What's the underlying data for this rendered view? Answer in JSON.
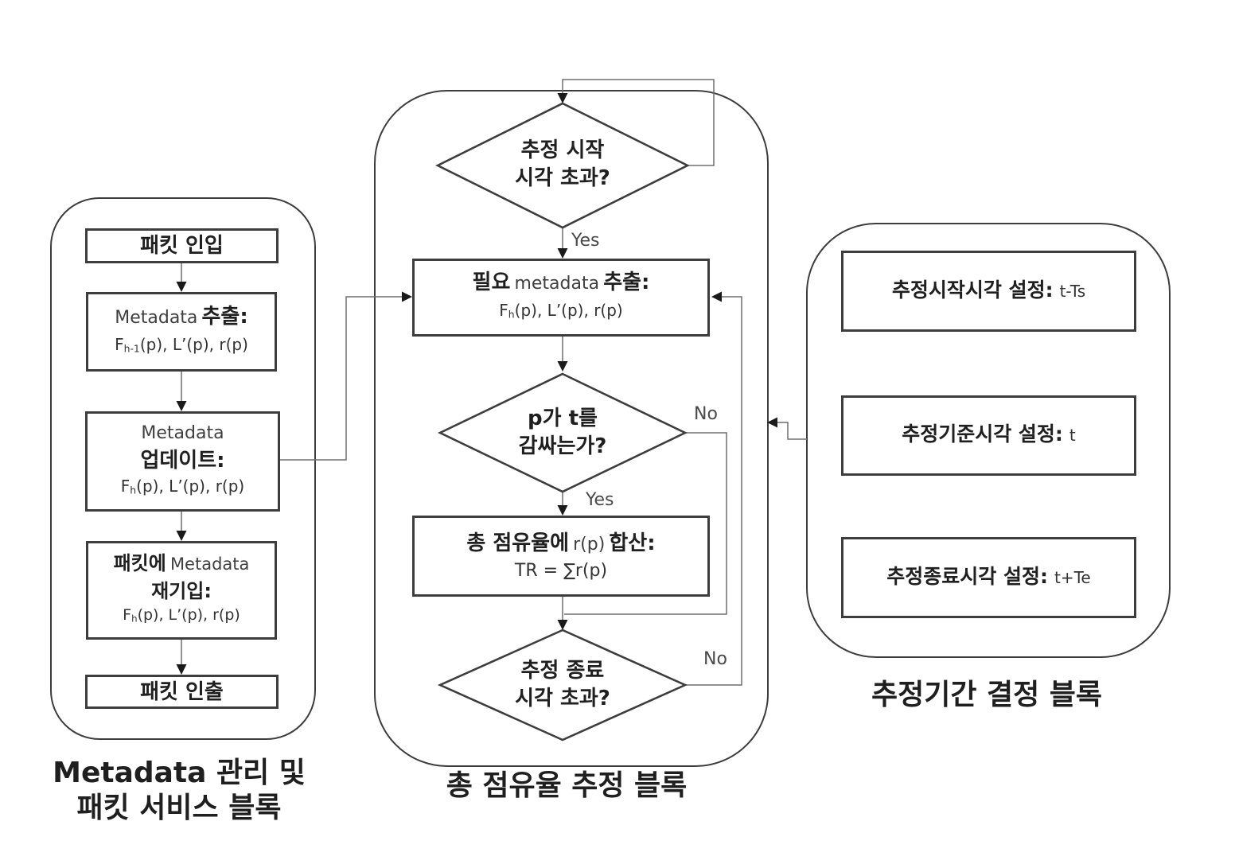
{
  "colors": {
    "shape_stroke": "#3d3d3d",
    "connector": "#6e6e6e",
    "arrowhead": "#1a1a1a",
    "text": "#1f1f1f",
    "text_secondary": "#3f3f3f"
  },
  "left_block": {
    "caption": [
      "Metadata 관리 및",
      "패킷 서비스 블록"
    ],
    "box_packet_in": "패킷 인입",
    "box_extract": {
      "latin": "Metadata",
      "kor": "추출:",
      "formula": "F_[h-1](p), L’(p), r(p)"
    },
    "box_update": {
      "latin": "Metadata",
      "kor": "업데이트:",
      "formula": "F_[h](p), L’(p), r(p)"
    },
    "box_rewrite": {
      "kor1": "패킷에",
      "latin": "Metadata",
      "kor2": "재기입:",
      "formula": "F_[h](p), L’(p), r(p)"
    },
    "box_packet_out": "패킷 인출"
  },
  "center_block": {
    "caption": "총 점유율 추정 블록",
    "diamond_start": [
      "추정 시작",
      "시각 초과?"
    ],
    "box_needed": {
      "kor1": "필요",
      "latin": "metadata",
      "kor2": "추출:",
      "formula": "F_[h](p), L’(p), r(p)"
    },
    "diamond_wrap": [
      "p가 t를",
      "감싸는가?"
    ],
    "box_sum": {
      "kor1": "총 점유율에",
      "latin": "r(p)",
      "kor2": "합산:",
      "formula": "TR = ∑r(p)"
    },
    "diamond_end": [
      "추정 종료",
      "시각 초과?"
    ],
    "labels": {
      "yes_start": "Yes",
      "yes_wrap": "Yes",
      "no_wrap": "No",
      "no_end": "No"
    }
  },
  "right_block": {
    "caption": "추정기간 결정 블록",
    "box_start": {
      "kor": "추정시작시각 설정:",
      "val": "t-Ts"
    },
    "box_base": {
      "kor": "추정기준시각 설정:",
      "val": "t"
    },
    "box_end": {
      "kor": "추정종료시각 설정:",
      "val": "t+Te"
    }
  }
}
